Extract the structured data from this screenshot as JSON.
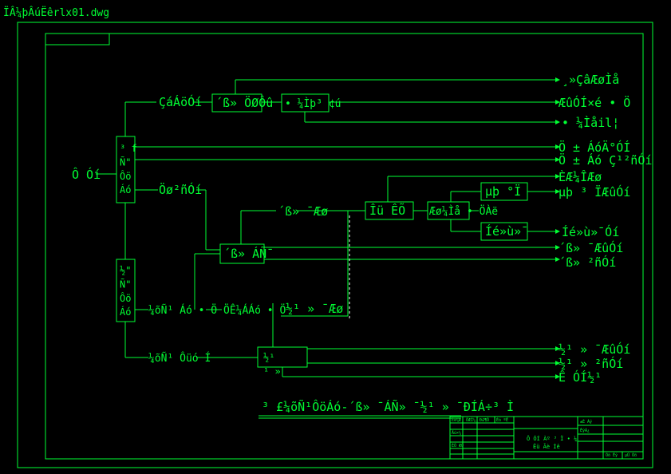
{
  "window": {
    "title": "ÏÂ¼þÂúËêrlx01.dwg"
  },
  "blocks": {
    "material": "Ô­  Óí",
    "main_split": "³ f\nÑ\"\nÔö\nÁó",
    "lower_split": "½\"\nÑ\"\nÔö\nÁó",
    "branch_a": "ÇáÁöÓí",
    "branch_b": "Öø²ñÓí",
    "box_cut": "´ß» ÖØÔû",
    "box_dry": "• ¼Ìþ³ ¢ú",
    "mid_label": "´ß» ¯Æø",
    "box_react": "´ß» ÁÑ¯",
    "box_mix": "Îü   ÊÕ",
    "box_stable": "Æø¼Ìå • ÖÀë",
    "box_sep1": "µþ  °Ï",
    "box_sep2": "Íé»ù»¯",
    "lower_a": "¼õÑ¹ Áó • Ö",
    "lower_b": "ÖÊ¼ÁÁó • Ö",
    "lower_c": "½¹ » ¯Æø",
    "lower_d": "¼õÑ¹ Ôüó Í",
    "box_coke": "½¹\n¹      »"
  },
  "outputs": [
    "¸»ÇâÆøÌå",
    "ÆûÓÍ×é • Ö",
    "• ¼Ìåil¦",
    "Ö ± ÁóÄ°ÓÍ",
    "Ö ± Áó Ç¹²ñÓí",
    "ÈÆ¼ÎÆø",
    "µþ ³ ÏÆûÓí",
    "Íé»ù»¯Óí",
    "´ß» ¯ÆûÓí",
    "´ß» ²ñÓí",
    "½¹ » ¯ÆûÓí",
    "½¹ » ²ñÓí",
    "Ê  ÓÍ½¹"
  ],
  "caption": "³ £¼õÑ¹ÔöÁó-´ß» ¯ÁÑ» ¯½¹ » ¯ÐÍÁ÷³ Ì",
  "title_block": {
    "name_line1": "Ô­ ÓÍ  Àº  ³ Ï • ¼",
    "name_line2": "Ëü Ãè  Íê",
    "cells": [
      "Éè¼Æ",
      "ÖÆÍ¼",
      "Ð£¶Ô",
      "Éó ºË",
      "Åú×¼",
      "ÈÕ ÆÚ",
      "±È Àý",
      "ÊýÁ¿",
      "Õö Êý",
      "µÚ Õö"
    ]
  }
}
